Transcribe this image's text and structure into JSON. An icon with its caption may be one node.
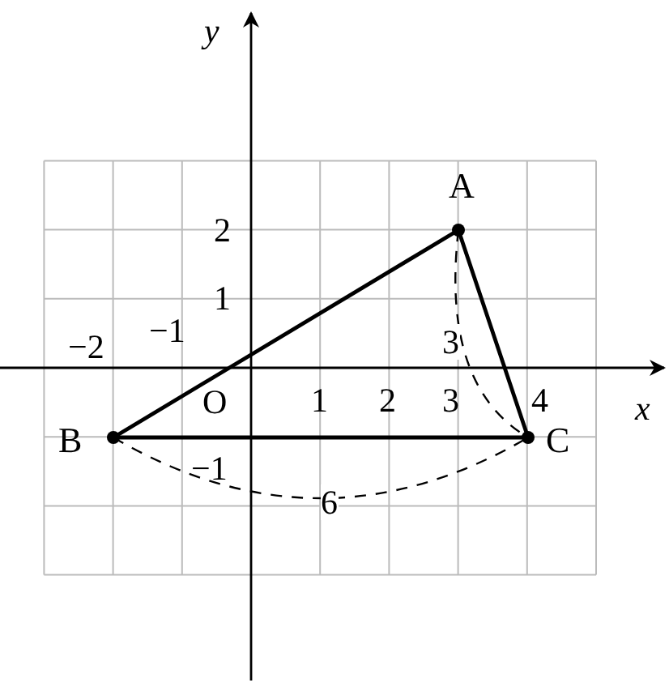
{
  "diagram": {
    "nodes": [
      {
        "text": [
          "A"
        ]
      },
      {
        "text": [
          "B"
        ]
      },
      {
        "text": [
          "C"
        ]
      }
    ],
    "edges": [
      {
        "from": 1,
        "to": 0,
        "arrow": "none"
      },
      {
        "from": 1,
        "to": 2,
        "arrow": "none"
      },
      {
        "from": 0,
        "to": 2,
        "arrow": "none"
      },
      {
        "from": 1,
        "to": 2,
        "arrow": "none",
        "style": "dashed",
        "label": "6"
      },
      {
        "from": 0,
        "to": 2,
        "arrow": "none",
        "style": "dashed",
        "label": "3"
      }
    ],
    "labels": [
      "y",
      "2",
      "1",
      "−2",
      "−1",
      "x",
      "O",
      "1",
      "2",
      "3",
      "4",
      "−1"
    ]
  }
}
